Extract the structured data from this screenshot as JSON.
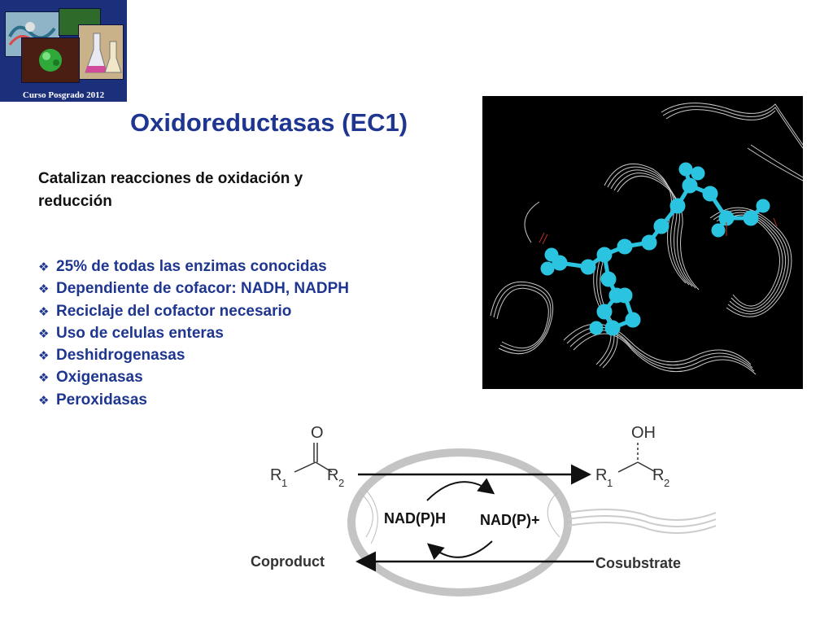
{
  "logo": {
    "caption": "Curso Posgrado 2012"
  },
  "title": "Oxidoreductasas (EC1)",
  "intro": "Catalizan reacciones de oxidación y reducción",
  "bullets": [
    "25% de todas las enzimas conocidas",
    "Dependiente de cofacor: NADH, NADPH",
    "Reciclaje del cofactor necesario",
    "Uso de celulas enteras",
    "Deshidrogenasas",
    "Oxigenasas",
    "Peroxidasas"
  ],
  "bullet_icon": "diamond-bullet-icon",
  "colors": {
    "title": "#1f3690",
    "logo_bg": "#1c2f7a",
    "ligand": "#2bc4e0",
    "protein_ribbon": "#c8c8c8"
  },
  "scheme": {
    "ketone_o": "O",
    "r1_left": "R",
    "r1_left_sub": "1",
    "r2_left": "R",
    "r2_left_sub": "2",
    "alcohol_oh": "OH",
    "r1_right": "R",
    "r1_right_sub": "1",
    "r2_right": "R",
    "r2_right_sub": "2",
    "nadph": "NAD(P)H",
    "nadp_plus": "NAD(P)+",
    "coproduct": "Coproduct",
    "cosubstrate": "Cosubstrate"
  }
}
